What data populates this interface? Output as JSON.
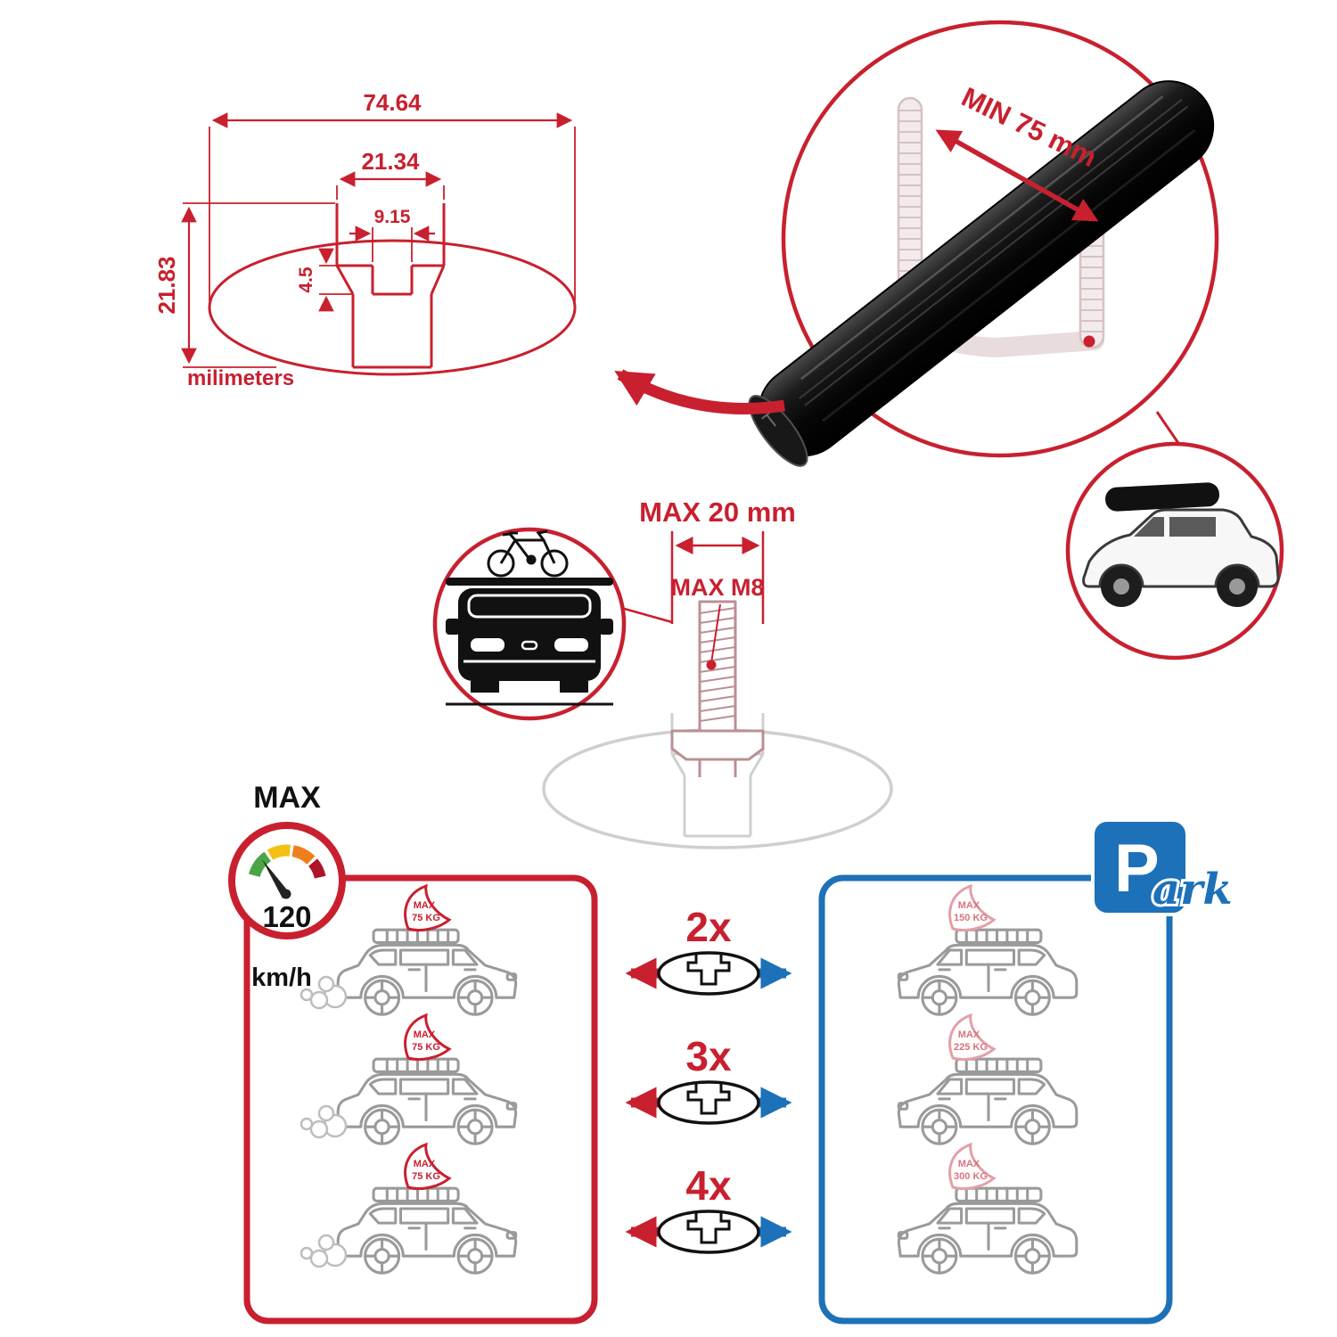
{
  "cross_section": {
    "total_width": "74.64",
    "channel_width": "21.34",
    "slot_width": "9.15",
    "slot_depth": "4.5",
    "height": "21.83",
    "units": "milimeters"
  },
  "bar_callout": {
    "min_length": "MIN 75 mm"
  },
  "bolt_callout": {
    "max_width": "MAX 20 mm",
    "max_thread": "MAX M8"
  },
  "speed_limit": {
    "label": "MAX",
    "value": "120",
    "units": "km/h"
  },
  "counts": [
    "2x",
    "3x",
    "4x"
  ],
  "driving_cars": [
    {
      "tag_line1": "MAX",
      "tag_line2": "75 KG"
    },
    {
      "tag_line1": "MAX",
      "tag_line2": "75 KG"
    },
    {
      "tag_line1": "MAX",
      "tag_line2": "75 KG"
    }
  ],
  "parked_cars": [
    {
      "tag_line1": "MAX",
      "tag_line2": "150 KG"
    },
    {
      "tag_line1": "MAX",
      "tag_line2": "225 KG"
    },
    {
      "tag_line1": "MAX",
      "tag_line2": "300 KG"
    }
  ],
  "park_sign": {
    "letter": "P",
    "suffix": "ark"
  },
  "colors": {
    "red": "#c8202f",
    "blue": "#1d71b8"
  }
}
